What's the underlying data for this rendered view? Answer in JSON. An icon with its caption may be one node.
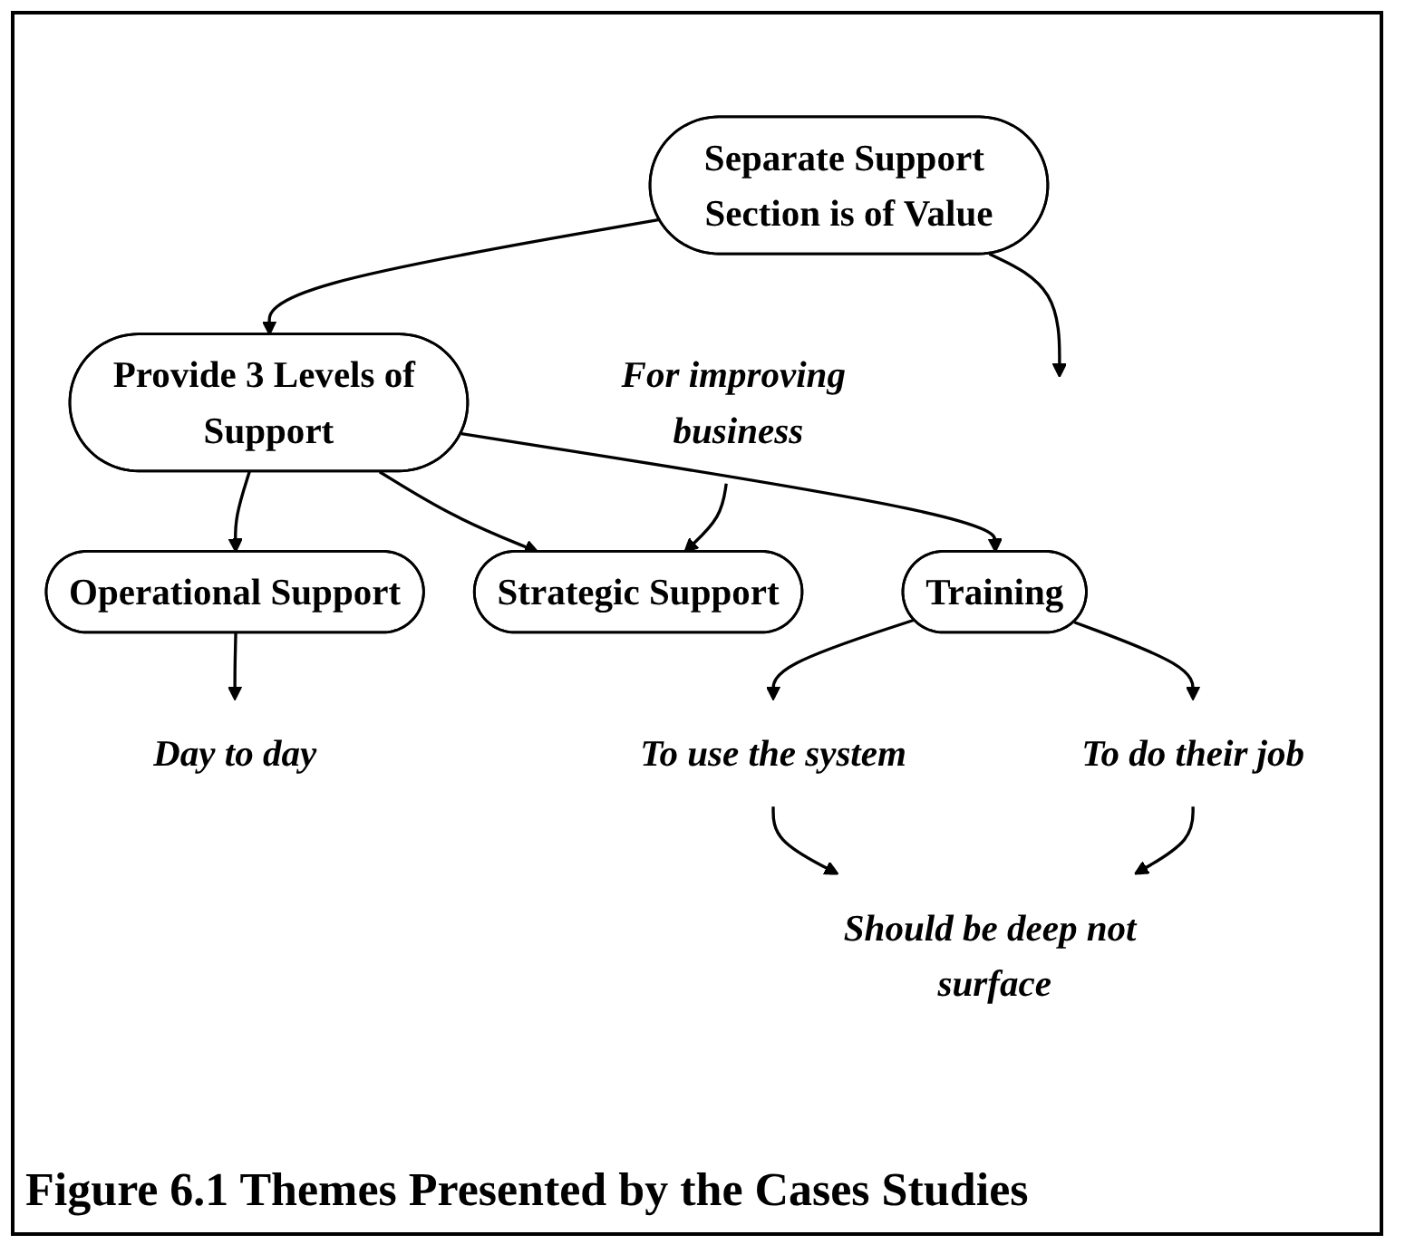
{
  "diagram": {
    "caption": "Figure 6.1 Themes Presented by the Cases Studies",
    "nodes": [
      {
        "text": [
          "Separate Support Section is of Value"
        ]
      },
      {
        "text": [
          "Provide 3 Levels of Support"
        ]
      },
      {
        "text": [
          "Operational Support"
        ]
      },
      {
        "text": [
          "Strategic Support"
        ]
      },
      {
        "text": [
          "Training"
        ]
      },
      {
        "text": [
          "Day to day"
        ]
      },
      {
        "text": [
          "For improving business"
        ]
      },
      {
        "text": [
          "To use the system"
        ]
      },
      {
        "text": [
          "To do their job"
        ]
      },
      {
        "text": [
          "Should be deep not surface"
        ]
      }
    ],
    "edges": [
      {
        "from": 0,
        "to": 1,
        "arrow": "to"
      },
      {
        "from": 0,
        "to": null,
        "arrow": "to"
      },
      {
        "from": 1,
        "to": 2,
        "arrow": "to"
      },
      {
        "from": 1,
        "to": 3,
        "arrow": "to"
      },
      {
        "from": 1,
        "to": 4,
        "arrow": "to"
      },
      {
        "from": 2,
        "to": 5,
        "arrow": "to"
      },
      {
        "from": 6,
        "to": 3,
        "arrow": "to"
      },
      {
        "from": 4,
        "to": 7,
        "arrow": "to"
      },
      {
        "from": 4,
        "to": 8,
        "arrow": "to"
      },
      {
        "from": 7,
        "to": 9,
        "arrow": "to"
      },
      {
        "from": 8,
        "to": 9,
        "arrow": "to"
      }
    ]
  }
}
